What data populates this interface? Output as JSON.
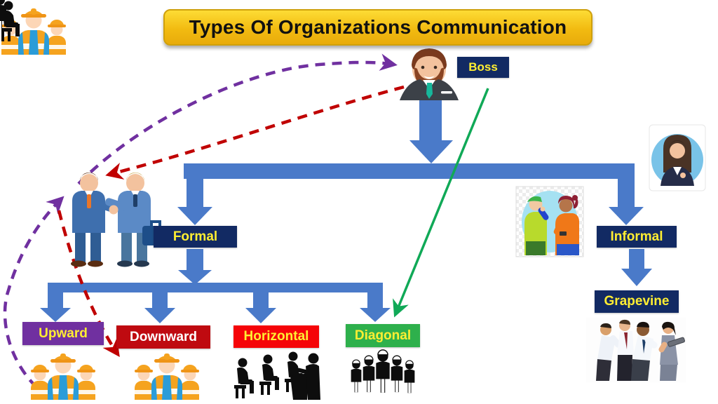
{
  "title": "Types Of Organizations Communication",
  "nodes": {
    "boss": "Boss",
    "formal": "Formal",
    "informal": "Informal",
    "upward": "Upward",
    "downward": "Downward",
    "horizontal": "Horizontal",
    "diagonal": "Diagonal",
    "grapevine": "Grapevine"
  },
  "colors": {
    "banner_gold": "#f2bb11",
    "node_navy": "#122a63",
    "node_purple": "#7030a0",
    "node_dark_red": "#bf0a10",
    "node_red": "#f50408",
    "node_green": "#2eb04c",
    "label_yellow": "#ffee32",
    "tree_blue": "#4a7ac9",
    "arrow_green": "#10a957",
    "dashed_purple": "#7030a0",
    "dashed_red": "#c00000"
  },
  "connections": [
    {
      "from": "boss",
      "to": "formal",
      "style": "solid-blue"
    },
    {
      "from": "boss",
      "to": "informal",
      "style": "solid-blue"
    },
    {
      "from": "formal",
      "to": "upward",
      "style": "solid-blue"
    },
    {
      "from": "formal",
      "to": "downward",
      "style": "solid-blue"
    },
    {
      "from": "formal",
      "to": "horizontal",
      "style": "solid-blue"
    },
    {
      "from": "formal",
      "to": "diagonal",
      "style": "solid-blue"
    },
    {
      "from": "informal",
      "to": "grapevine",
      "style": "solid-blue"
    },
    {
      "from": "boss",
      "to": "diagonal",
      "style": "solid-green"
    },
    {
      "from": "workers",
      "to": "managers",
      "style": "dashed-purple"
    },
    {
      "from": "managers",
      "to": "boss",
      "style": "dashed-purple"
    },
    {
      "from": "boss",
      "to": "managers",
      "style": "dashed-red"
    },
    {
      "from": "managers",
      "to": "workers",
      "style": "dashed-red"
    }
  ],
  "icons": [
    "boss-person-icon",
    "handshake-businessmen-icon",
    "construction-workers-upward-icon",
    "construction-workers-downward-icon",
    "meeting-silhouette-icon",
    "workers-silhouette-icon",
    "whispering-people-icon",
    "woman-avatar-icon",
    "gossip-group-icon"
  ]
}
